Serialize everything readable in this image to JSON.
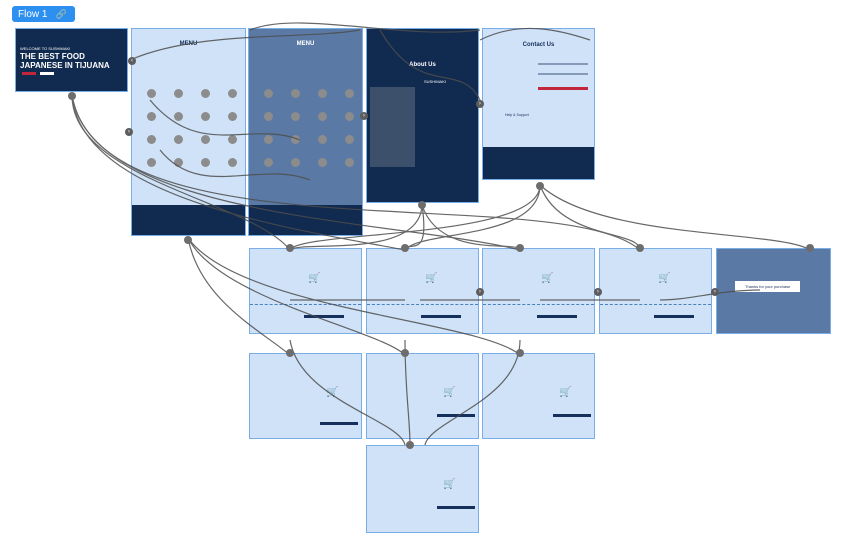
{
  "flow": {
    "label": "Flow 1",
    "link_icon": "link-icon"
  },
  "frames": {
    "home": {
      "welcome": "WELCOME TO SUSHIMAKI",
      "title1": "THE BEST FOOD",
      "title2": "JAPANESE IN TIJUANA"
    },
    "menu": {
      "title": "MENU"
    },
    "menu_alt": {
      "title": "MENU"
    },
    "about": {
      "title": "About Us",
      "brand": "SUSHIMAKI"
    },
    "contact": {
      "title": "Contact Us",
      "help": "Help & Support"
    },
    "thanks": {
      "message": "Thanks for your purchase"
    }
  },
  "colors": {
    "selection": "#cfe2f7",
    "navy": "#112a4f",
    "accent": "#c2263d",
    "flow_tab": "#2d8ff0"
  }
}
